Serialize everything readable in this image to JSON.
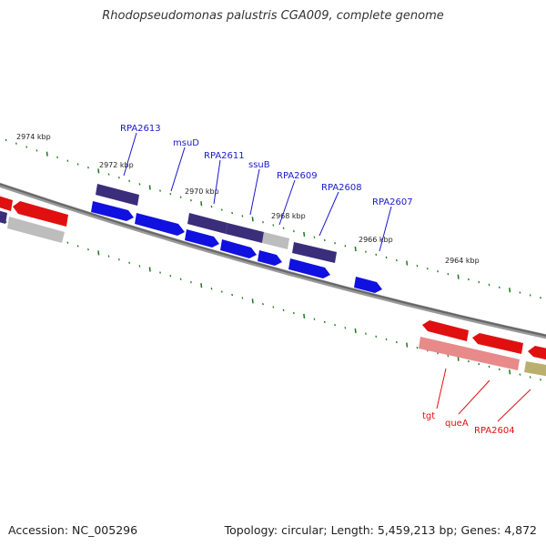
{
  "title": "Rhodopseudomonas palustris CGA009, complete genome",
  "footer": {
    "accession": "Accession: NC_005296",
    "summary": "Topology: circular; Length: 5,459,213 bp; Genes: 4,872"
  },
  "colors": {
    "forward_cds": "#1010e0",
    "forward_dark": "#3a2d7a",
    "reverse_cds": "#e01010",
    "reverse_light": "#e88a8a",
    "grey_gene": "#bdbdbd",
    "olive_gene": "#b9b070",
    "backbone": "#777777",
    "tick": "#1a7a1a",
    "label_forward": "#1a1ac8",
    "label_reverse": "#e01010"
  },
  "kbp_labels": [
    "2974 kbp",
    "2972 kbp",
    "2970 kbp",
    "2968 kbp",
    "2966 kbp",
    "2964 kbp"
  ],
  "upper_gene_labels": [
    "RPA2613",
    "msuD",
    "RPA2611",
    "ssuB",
    "RPA2609",
    "RPA2608",
    "RPA2607"
  ],
  "lower_gene_labels": [
    "tgt",
    "queA",
    "RPA2604"
  ]
}
